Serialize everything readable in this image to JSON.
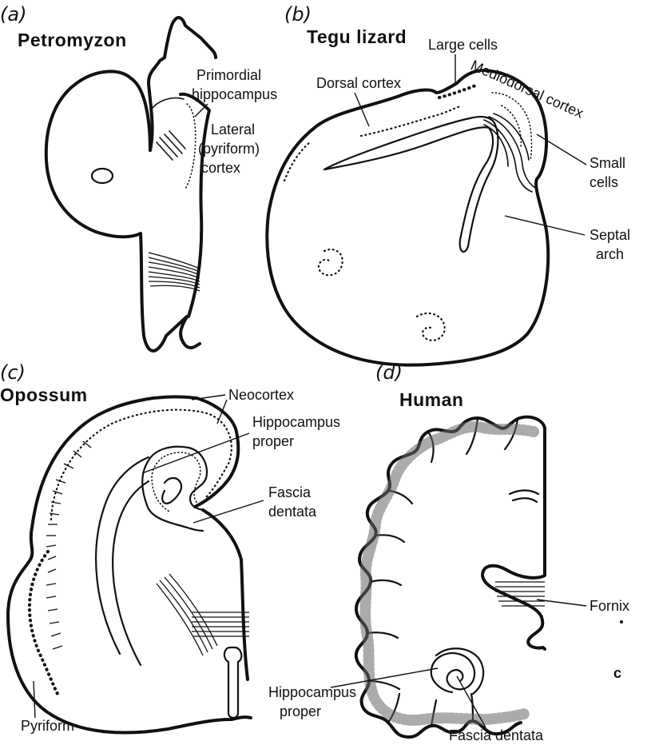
{
  "panels": {
    "a": {
      "letter": "(a)",
      "species": "Petromyzon",
      "labels": {
        "primordial_hippocampus_1": "Primordial",
        "primordial_hippocampus_2": "hippocampus",
        "lateral_1": "Lateral",
        "lateral_2": "(pyriform)",
        "lateral_3": "cortex"
      }
    },
    "b": {
      "letter": "(b)",
      "species": "Tegu lizard",
      "labels": {
        "large_cells": "Large  cells",
        "dorsal_cortex": "Dorsal cortex",
        "mediodorsal_cortex": "Mediodorsal cortex",
        "small_cells_1": "Small",
        "small_cells_2": "cells",
        "septal_arch_1": "Septal",
        "septal_arch_2": "arch"
      }
    },
    "c": {
      "letter": "(c)",
      "species": "Opossum",
      "labels": {
        "neocortex": "Neocortex",
        "hippocampus_proper_1": "Hippocampus",
        "hippocampus_proper_2": "proper",
        "fascia_dentata_1": "Fascia",
        "fascia_dentata_2": "dentata",
        "pyriform": "Pyriform"
      }
    },
    "d": {
      "letter": "(d)",
      "species": "Human",
      "labels": {
        "fornix": "Fornix",
        "hippocampus_proper_1": "Hippocampus",
        "hippocampus_proper_2": "proper",
        "fascia_dentata": "Fascia dentata",
        "mark": "c"
      }
    }
  }
}
